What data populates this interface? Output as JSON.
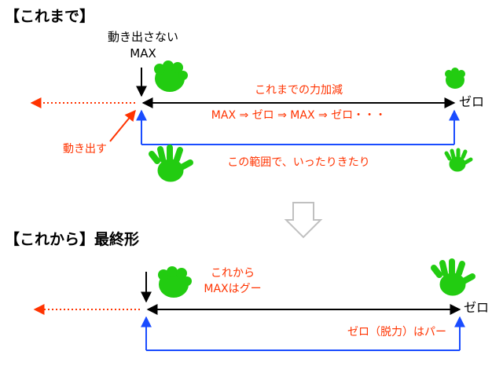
{
  "before": {
    "heading": "【これまで】",
    "start_label_line1": "動き出さない",
    "start_label_line2": "MAX",
    "range_label": "これまでの力加減",
    "cycle_label": "MAX ⇒ ゼロ ⇒ MAX ⇒ ゼロ・・・",
    "move_label": "動き出す",
    "back_forth_label": "この範囲で、いったりきたり",
    "end_label": "ゼロ"
  },
  "after": {
    "heading": "【これから】最終形",
    "max_label_line1": "これから",
    "max_label_line2": "MAXはグー",
    "end_label": "ゼロ",
    "relax_label": "ゼロ（脱力）はパー"
  },
  "colors": {
    "black": "#000000",
    "red": "#ff3300",
    "blue": "#1a4cff",
    "green": "#22cc11",
    "gray": "#c0c0c0"
  }
}
